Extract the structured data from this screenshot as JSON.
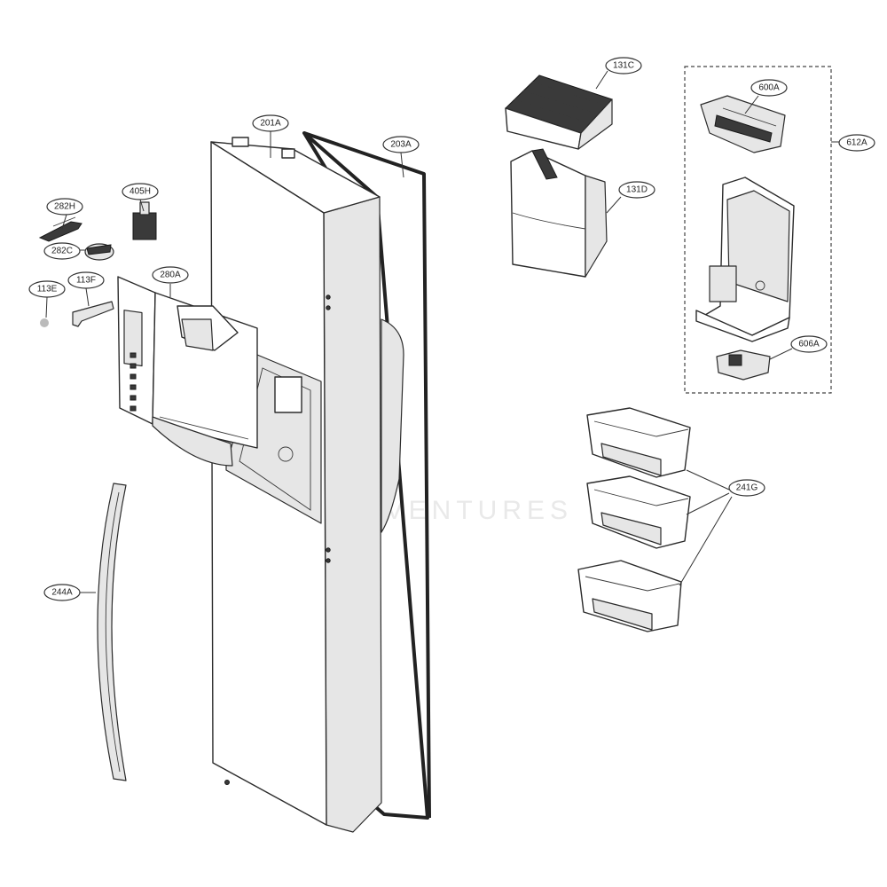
{
  "diagram": {
    "callouts": [
      {
        "id": "201A",
        "label": "201A"
      },
      {
        "id": "203A",
        "label": "203A"
      },
      {
        "id": "282H",
        "label": "282H"
      },
      {
        "id": "405H",
        "label": "405H"
      },
      {
        "id": "282C",
        "label": "282C"
      },
      {
        "id": "113E",
        "label": "113E"
      },
      {
        "id": "113F",
        "label": "113F"
      },
      {
        "id": "280A",
        "label": "280A"
      },
      {
        "id": "244A",
        "label": "244A"
      },
      {
        "id": "131C",
        "label": "131C"
      },
      {
        "id": "131D",
        "label": "131D"
      },
      {
        "id": "600A",
        "label": "600A"
      },
      {
        "id": "612A",
        "label": "612A"
      },
      {
        "id": "606A",
        "label": "606A"
      },
      {
        "id": "241G",
        "label": "241G"
      }
    ],
    "watermark": "SEA VENTURES"
  }
}
